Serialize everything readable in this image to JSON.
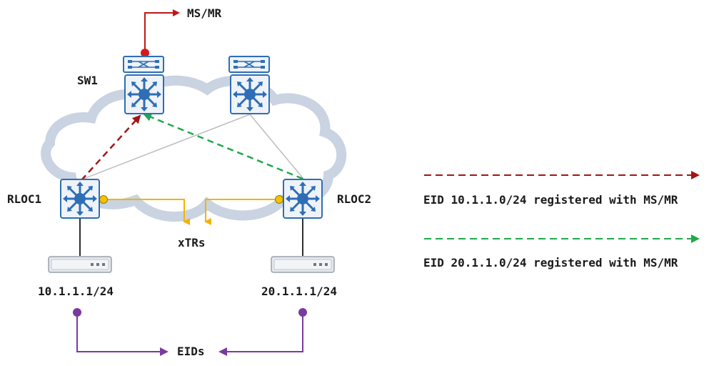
{
  "labels": {
    "ms_mr": "MS/MR",
    "sw1": "SW1",
    "rloc1": "RLOC1",
    "rloc2": "RLOC2",
    "xtrs": "xTRs",
    "eids": "EIDs",
    "host1_ip": "10.1.1.1/24",
    "host2_ip": "20.1.1.1/24"
  },
  "legend": {
    "red_text": "EID 10.1.1.0/24 registered with MS/MR",
    "green_text": "EID 20.1.1.0/24 registered with MS/MR"
  },
  "colors": {
    "cloud": "#c9d3e1",
    "red": "#c01818",
    "dark_red": "#a31515",
    "green": "#1faa4b",
    "yellow": "#f2b400",
    "purple": "#7a3aa0",
    "icon_blue": "#2f6eb5",
    "link_gray": "#c0c0c0"
  },
  "icons": [
    "l3-switch-icon",
    "l2-switch-icon",
    "host-device-icon",
    "cloud-icon"
  ]
}
